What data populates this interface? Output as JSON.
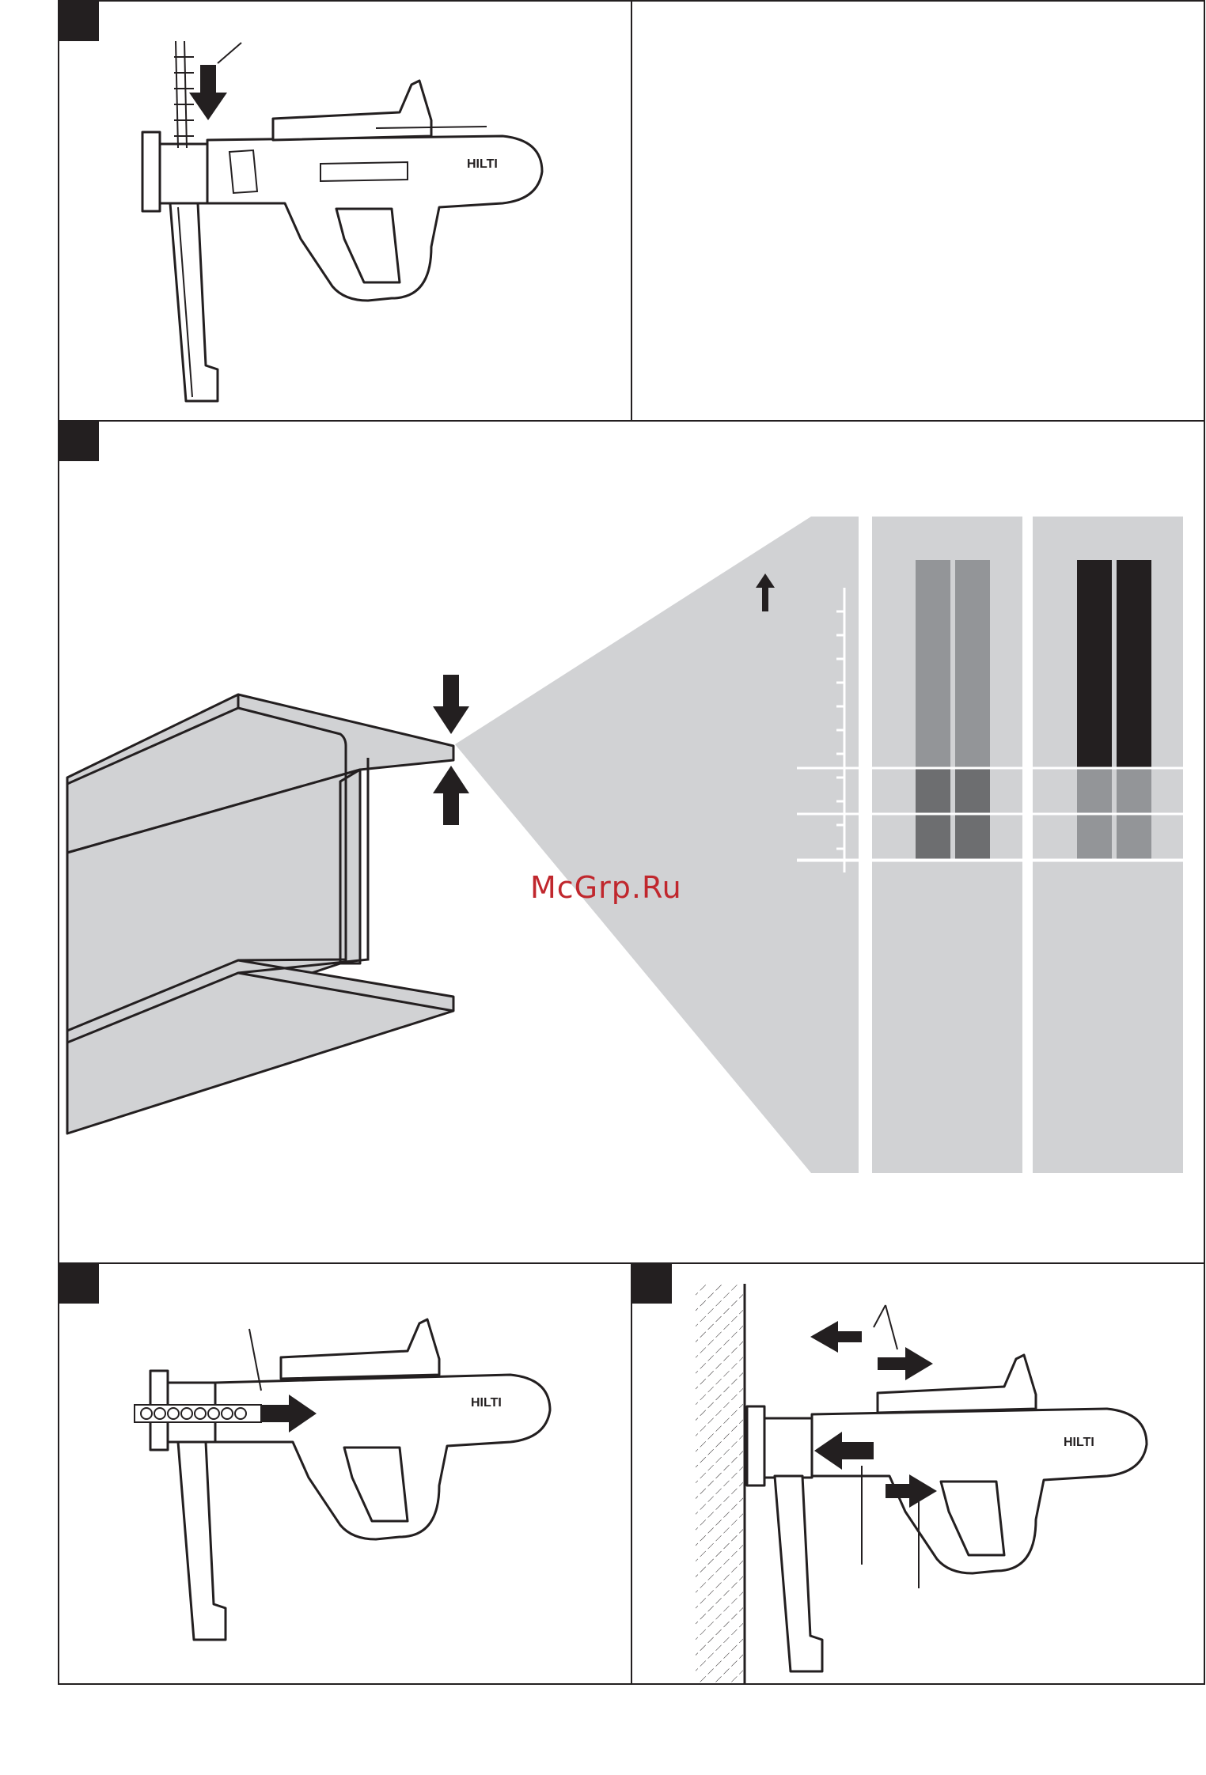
{
  "brand": {
    "logo_text": "HILTI"
  },
  "watermark": {
    "text": "McGrp.Ru",
    "color": "#c0272d"
  },
  "colors": {
    "line": "#231f20",
    "panel_fill": "#d1d2d4",
    "bar_light": "#939598",
    "bar_dark": "#6d6e70",
    "bar_black": "#231f20"
  },
  "panels": [
    {
      "id": "panel-1",
      "content": "magazine-loading"
    },
    {
      "id": "panel-2",
      "content": "empty"
    },
    {
      "id": "panel-3",
      "content": "steel-beam-thickness-chart"
    },
    {
      "id": "panel-4",
      "content": "strip-insertion"
    },
    {
      "id": "panel-5",
      "content": "setting-against-wall"
    }
  ],
  "chart_data": {
    "type": "bar",
    "title": "",
    "xlabel": "",
    "ylabel": "",
    "grid": true,
    "columns": [
      {
        "group": "left",
        "bars": [
          {
            "segments": [
              "bar_dark",
              "bar_light",
              "bar_light"
            ]
          },
          {
            "segments": [
              "bar_dark",
              "bar_light",
              "bar_light"
            ]
          }
        ]
      },
      {
        "group": "right",
        "bars": [
          {
            "segments": [
              "bar_light",
              "bar_black",
              "bar_black"
            ]
          },
          {
            "segments": [
              "bar_light",
              "bar_black",
              "bar_black"
            ]
          }
        ]
      }
    ]
  }
}
